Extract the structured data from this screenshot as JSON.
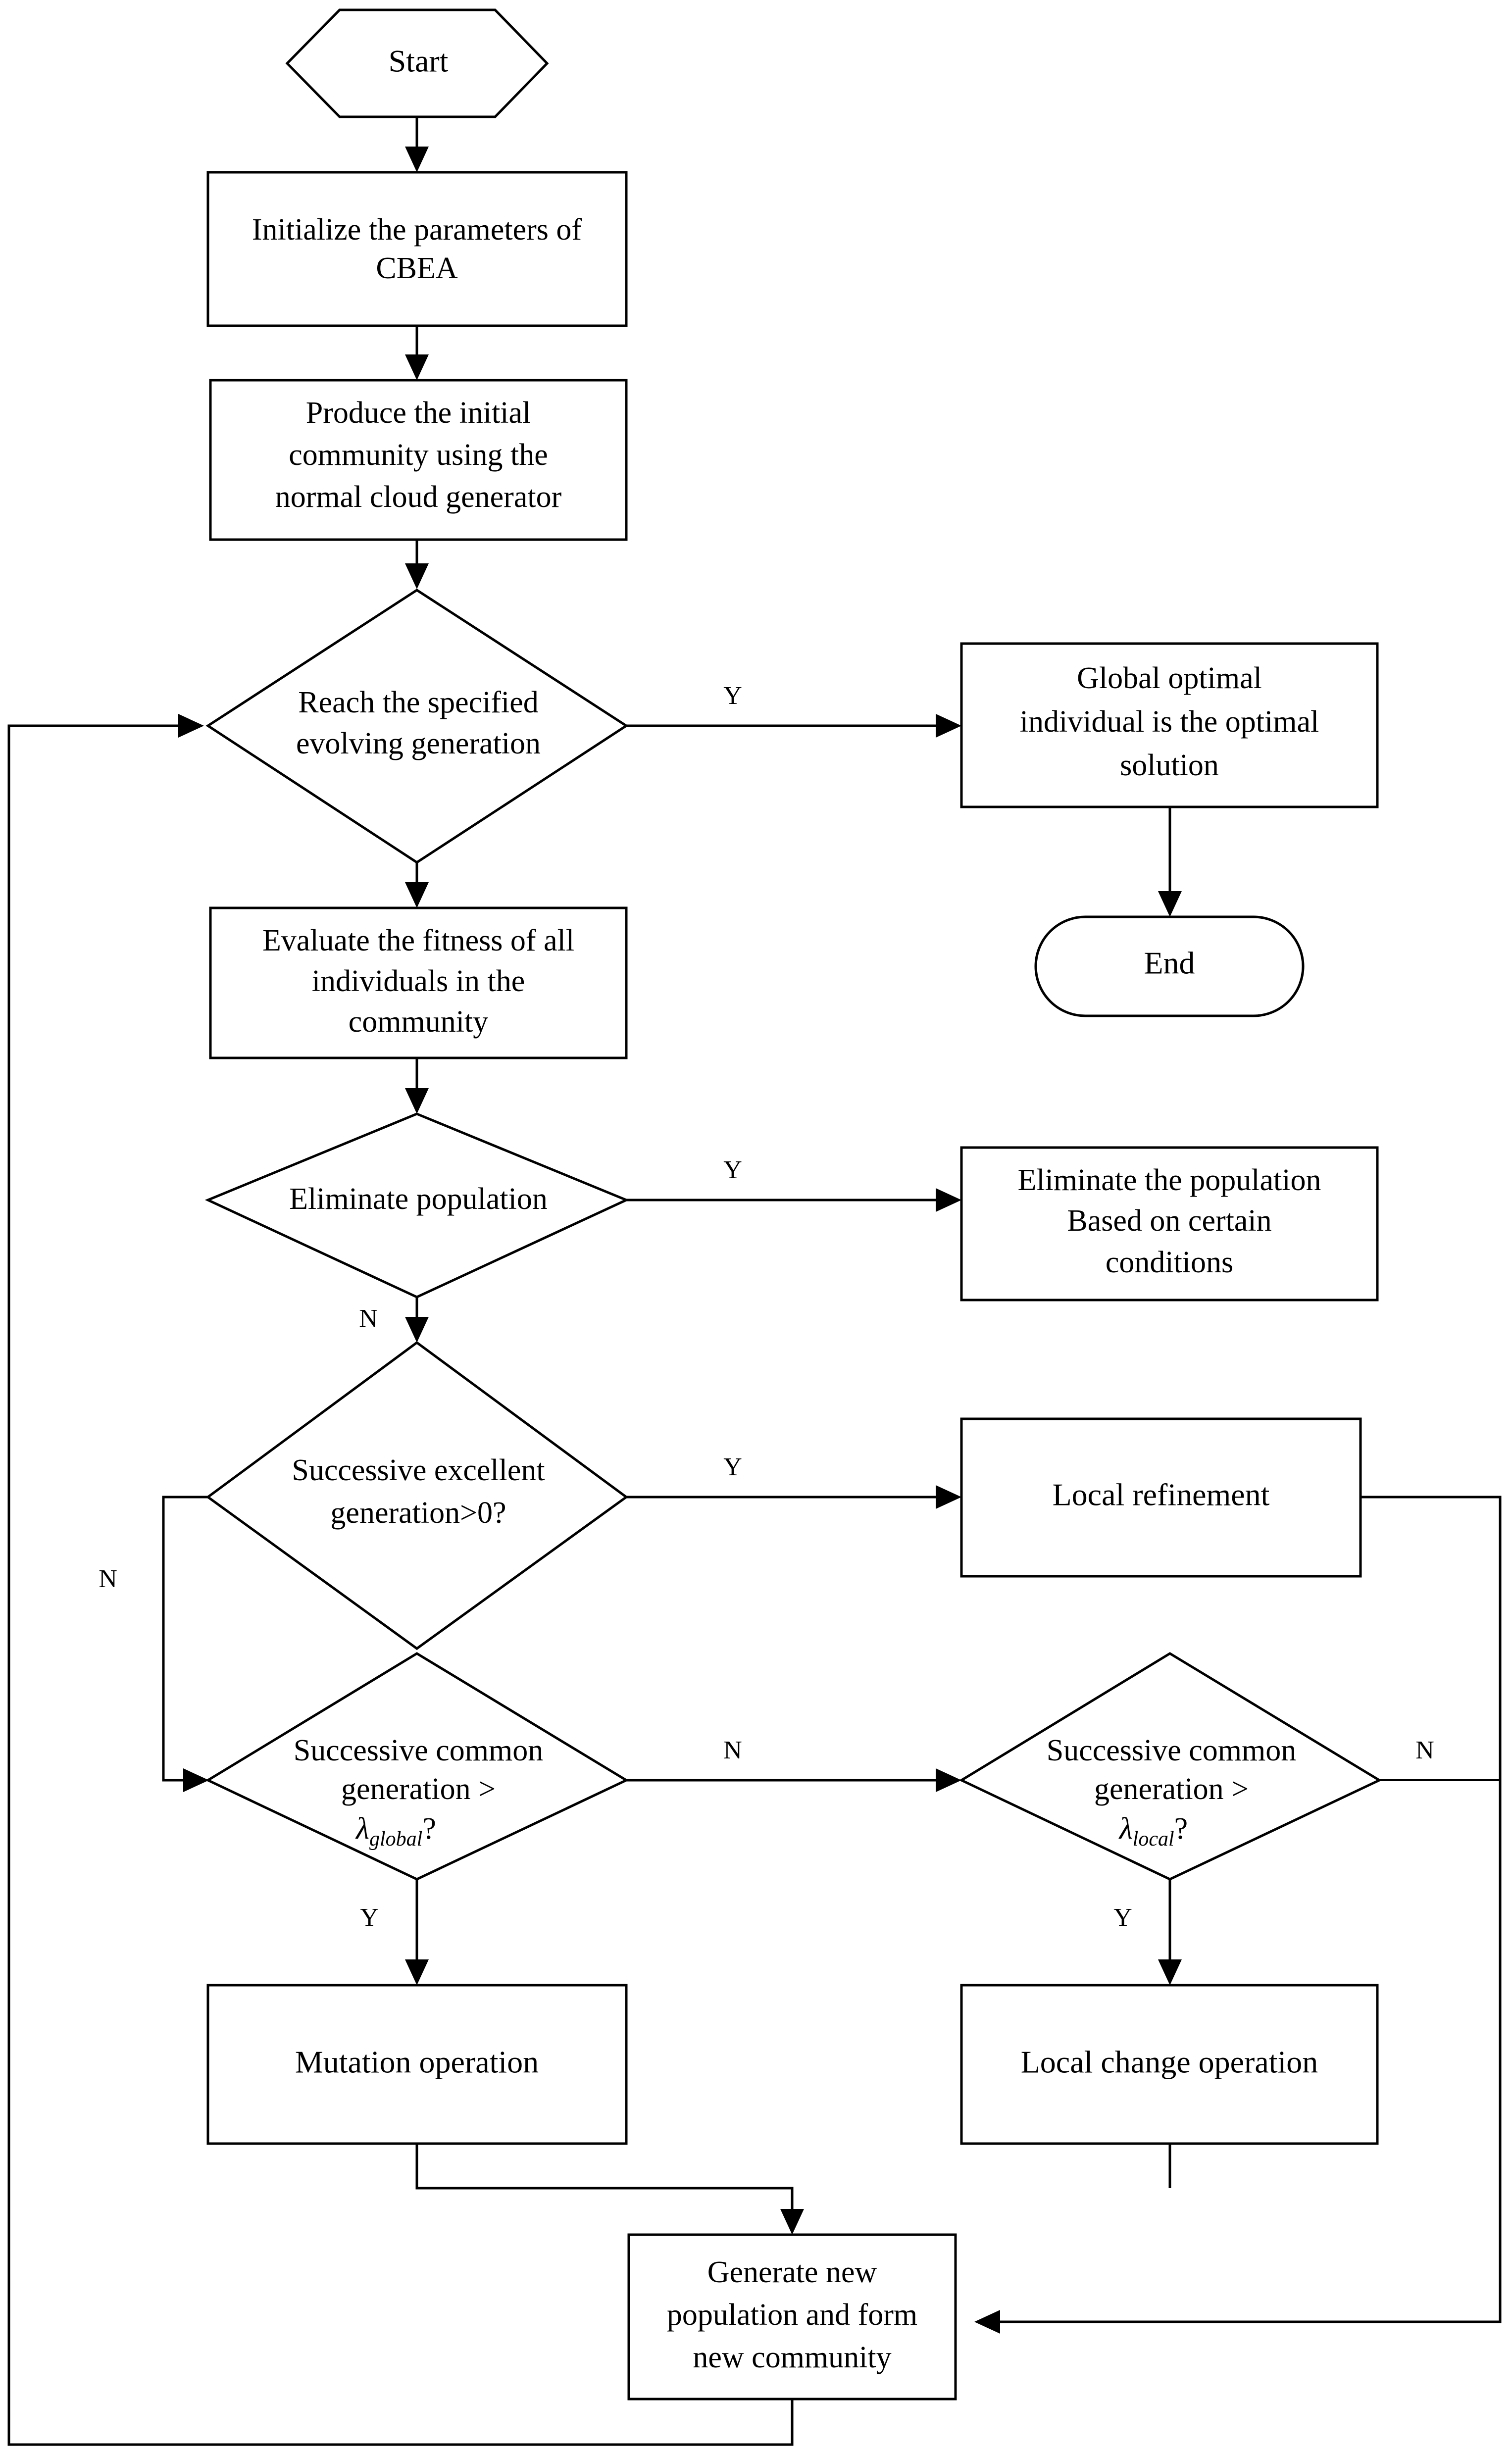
{
  "diagram": {
    "title": "CBEA algorithm flowchart",
    "background": "#ffffff",
    "line_color": "#000000"
  },
  "nodes": {
    "start": {
      "label": "Start",
      "shape": "hexagon"
    },
    "init": {
      "line1": "Initialize the parameters of",
      "line2": "CBEA",
      "shape": "rect"
    },
    "produce": {
      "line1": "Produce the initial",
      "line2": "community using the",
      "line3": "normal cloud generator",
      "shape": "rect"
    },
    "reach": {
      "line1": "Reach the specified",
      "line2": "evolving generation",
      "shape": "diamond"
    },
    "global_opt": {
      "line1": "Global optimal",
      "line2": "individual is the optimal",
      "line3": "solution",
      "shape": "rect"
    },
    "end": {
      "label": "End",
      "shape": "stadium"
    },
    "evaluate": {
      "line1": "Evaluate the fitness of all",
      "line2": "individuals in the",
      "line3": "community",
      "shape": "rect"
    },
    "elim_q": {
      "label": "Eliminate population",
      "shape": "diamond"
    },
    "elim_act": {
      "line1": "Eliminate the population",
      "line2": "Based on certain",
      "line3": "conditions",
      "shape": "rect"
    },
    "succ_exc": {
      "line1": "Successive excellent",
      "line2": "generation>0?",
      "shape": "diamond"
    },
    "local_refine": {
      "label": "Local refinement",
      "shape": "rect"
    },
    "succ_global": {
      "line1": "Successive common",
      "line2": "generation >",
      "lambda": "λ",
      "subscript": "global",
      "qmark": "?",
      "shape": "diamond"
    },
    "succ_local": {
      "line1": "Successive common",
      "line2": "generation >",
      "lambda": "λ",
      "subscript": "local",
      "qmark": "?",
      "shape": "diamond"
    },
    "mutation": {
      "label": "Mutation operation",
      "shape": "rect"
    },
    "local_change": {
      "label": "Local  change operation",
      "shape": "rect"
    },
    "generate": {
      "line1": "Generate new",
      "line2": "population and form",
      "line3": "new community",
      "shape": "rect"
    }
  },
  "edge_labels": {
    "reach_yes": "Y",
    "elim_yes": "Y",
    "elim_no": "N",
    "succ_exc_yes": "Y",
    "succ_exc_no": "N",
    "succ_global_no": "N",
    "succ_global_yes": "Y",
    "succ_local_no": "N",
    "succ_local_yes": "Y"
  }
}
